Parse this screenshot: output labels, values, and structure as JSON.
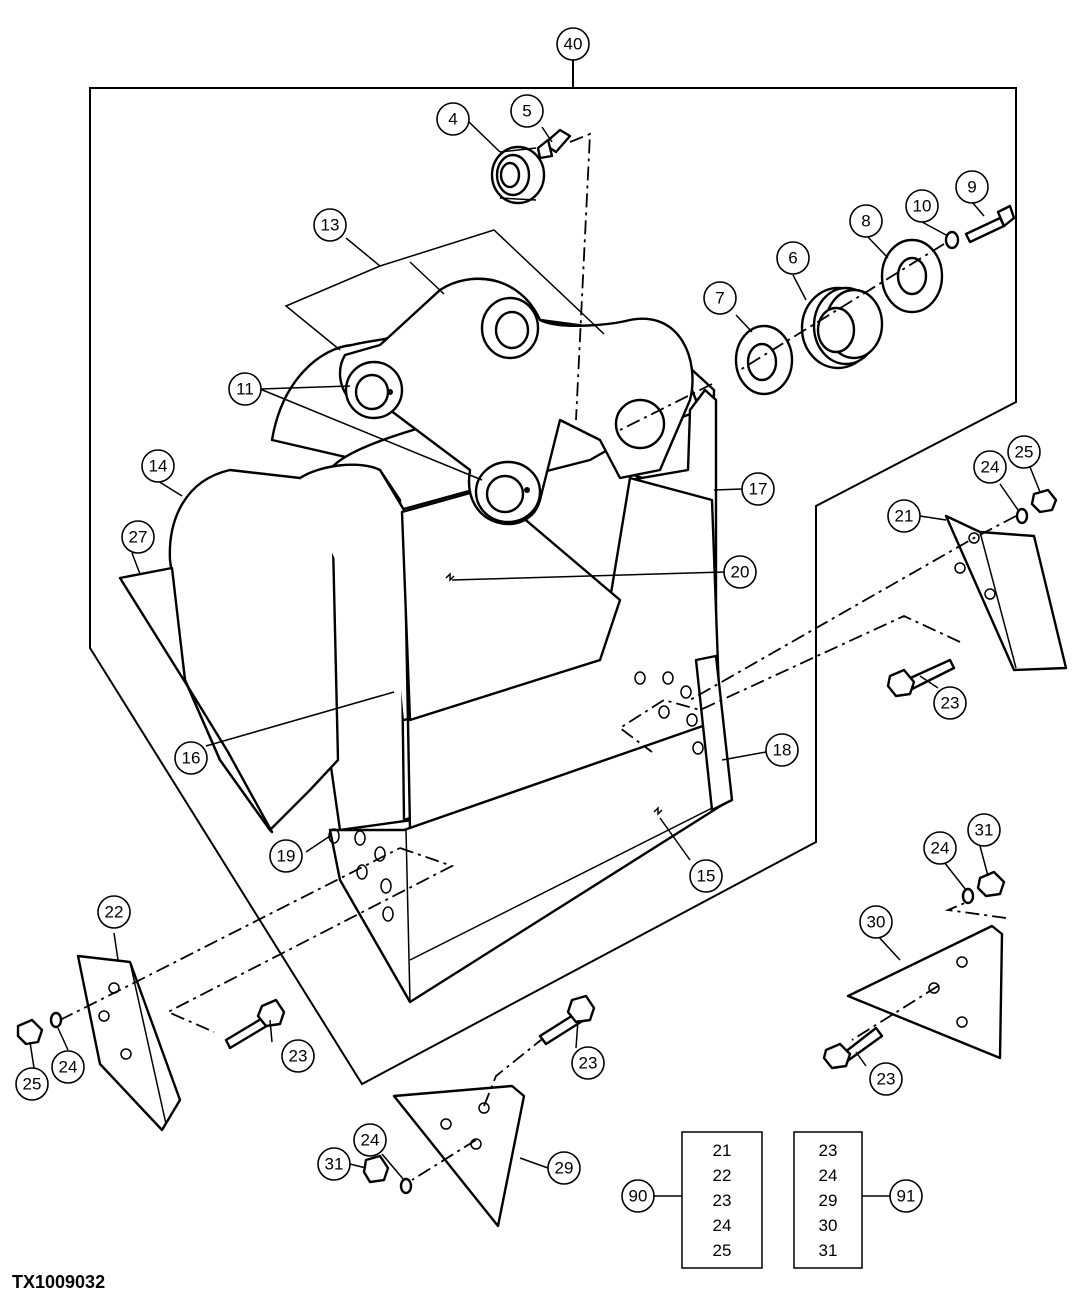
{
  "figure_id": "TX1009032",
  "callouts": {
    "c40": "40",
    "c4": "4",
    "c5": "5",
    "c13": "13",
    "c8": "8",
    "c10": "10",
    "c9": "9",
    "c6": "6",
    "c7": "7",
    "c11": "11",
    "c14": "14",
    "c27": "27",
    "c17": "17",
    "c24a": "24",
    "c25a": "25",
    "c21": "21",
    "c20": "20",
    "c16": "16",
    "c23a": "23",
    "c18": "18",
    "c19": "19",
    "c15": "15",
    "c31a": "31",
    "c24b": "24",
    "c22": "22",
    "c30": "30",
    "c23b": "23",
    "c24c": "24",
    "c25b": "25",
    "c23c": "23",
    "c23d": "23",
    "c24d": "24",
    "c31b": "31",
    "c29": "29",
    "c90": "90",
    "c91": "91"
  },
  "kits": [
    {
      "id": "90",
      "parts": [
        "21",
        "22",
        "23",
        "24",
        "25"
      ]
    },
    {
      "id": "91",
      "parts": [
        "23",
        "24",
        "29",
        "30",
        "31"
      ]
    }
  ]
}
